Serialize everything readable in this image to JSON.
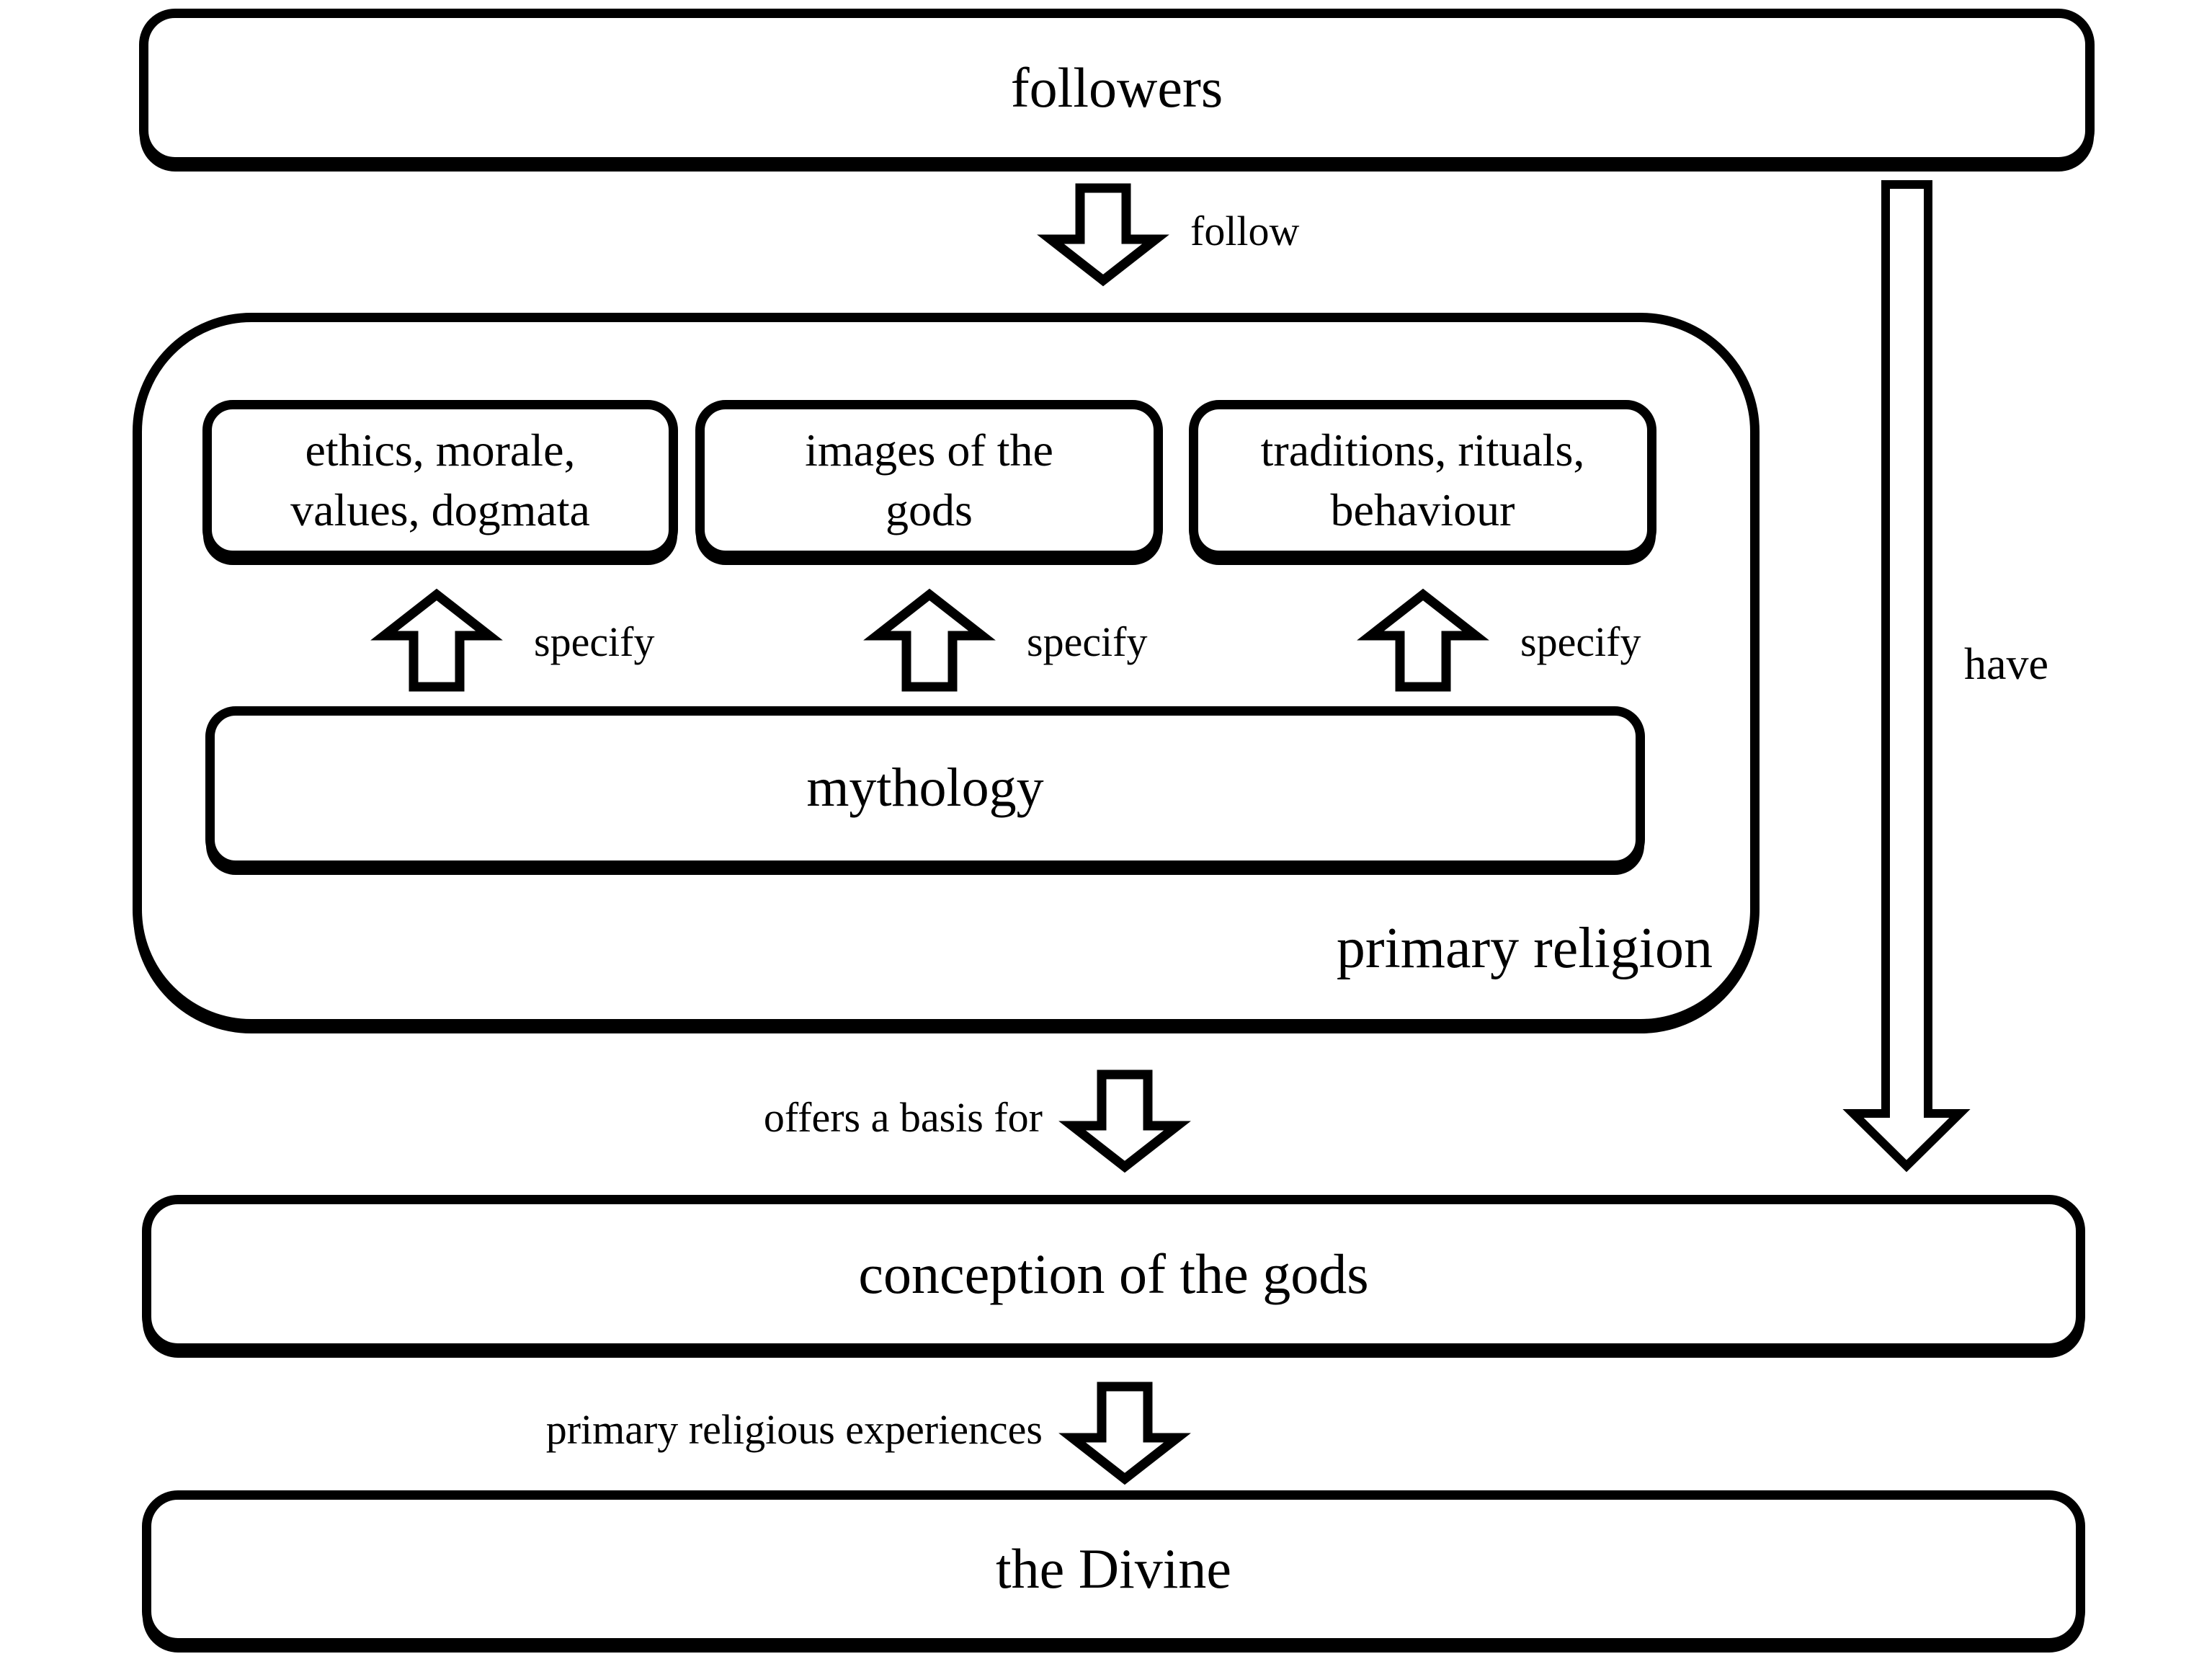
{
  "colors": {
    "ink": "#000000",
    "paper": "#ffffff"
  },
  "nodes": {
    "followers": {
      "label": "followers"
    },
    "primary_religion": {
      "label": "primary religion"
    },
    "ethics": {
      "label": "ethics, morale,\nvalues, dogmata"
    },
    "images": {
      "label": "images of the\ngods"
    },
    "traditions": {
      "label": "traditions, rituals,\nbehaviour"
    },
    "mythology": {
      "label": "mythology"
    },
    "conception": {
      "label": "conception of the gods"
    },
    "divine": {
      "label": "the Divine"
    }
  },
  "edges": {
    "follow": {
      "label": "follow"
    },
    "specify_ethics": {
      "label": "specify"
    },
    "specify_images": {
      "label": "specify"
    },
    "specify_traditions": {
      "label": "specify"
    },
    "offers": {
      "label": "offers a basis for"
    },
    "have": {
      "label": "have"
    },
    "experiences": {
      "label": "primary religious experiences"
    }
  }
}
